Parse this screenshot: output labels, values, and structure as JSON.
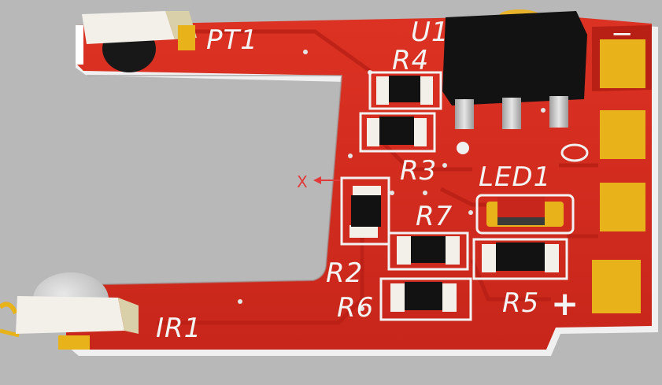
{
  "view": {
    "type": "pcb-3d-view",
    "board_color": "#d72b1f",
    "background_color": "#b8b8b8"
  },
  "labels": {
    "pt1": "PT1",
    "ir1": "IR1",
    "u1": "U1",
    "r2": "R2",
    "r3": "R3",
    "r4": "R4",
    "r5": "R5",
    "r6": "R6",
    "r7": "R7",
    "led1": "LED1",
    "plus": "+",
    "minus": "−"
  },
  "origin_marker": "X",
  "icons": {
    "origin": "origin-arrow-icon"
  }
}
